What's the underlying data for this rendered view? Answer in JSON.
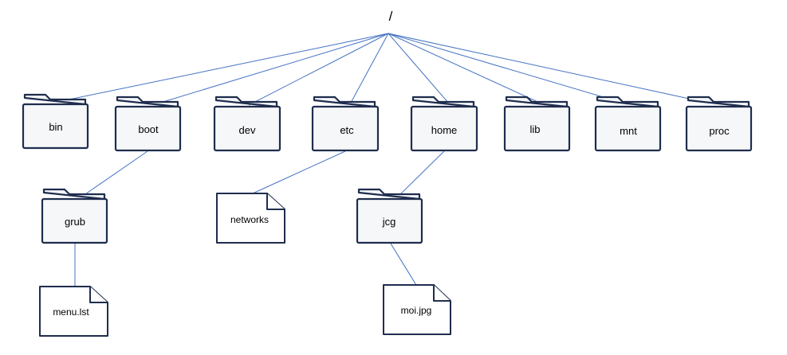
{
  "root": {
    "label": "/"
  },
  "colors": {
    "edge": "#4472C4",
    "outline": "#1F2D4E",
    "fill": "#F6F7F9"
  },
  "top_level_folders": [
    {
      "id": "bin",
      "label": "bin",
      "icon": "folder-icon"
    },
    {
      "id": "boot",
      "label": "boot",
      "icon": "folder-icon"
    },
    {
      "id": "dev",
      "label": "dev",
      "icon": "folder-icon"
    },
    {
      "id": "etc",
      "label": "etc",
      "icon": "folder-icon"
    },
    {
      "id": "home",
      "label": "home",
      "icon": "folder-icon"
    },
    {
      "id": "lib",
      "label": "lib",
      "icon": "folder-icon"
    },
    {
      "id": "mnt",
      "label": "mnt",
      "icon": "folder-icon"
    },
    {
      "id": "proc",
      "label": "proc",
      "icon": "folder-icon"
    }
  ],
  "subfolders": [
    {
      "id": "grub",
      "label": "grub",
      "parent": "boot",
      "icon": "folder-icon"
    },
    {
      "id": "jcg",
      "label": "jcg",
      "parent": "home",
      "icon": "folder-icon"
    }
  ],
  "files": [
    {
      "id": "networks",
      "label": "networks",
      "parent": "etc",
      "icon": "file-icon"
    },
    {
      "id": "menu_lst",
      "label": "menu.lst",
      "parent": "grub",
      "icon": "file-icon"
    },
    {
      "id": "moi_jpg",
      "label": "moi.jpg",
      "parent": "jcg",
      "icon": "file-icon"
    }
  ]
}
